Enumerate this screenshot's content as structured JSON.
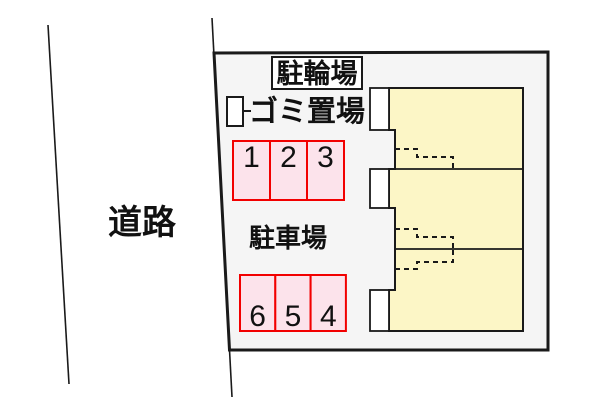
{
  "diagram_type": "site-plan",
  "road": {
    "label": "道路"
  },
  "site": {
    "bicycle_parking_label": "駐輪場",
    "garbage_area_label": "ゴミ置場",
    "parking_lot_label": "駐車場"
  },
  "parking_spaces": {
    "top_row": [
      "1",
      "2",
      "3"
    ],
    "bottom_row": [
      "6",
      "5",
      "4"
    ]
  },
  "colors": {
    "plot_fill": "#F5F5F5",
    "outline_black": "#1A1A1A",
    "building_fill": "#FCF6C6",
    "parking_space_fill": "#FCE3EB",
    "parking_space_border": "#F20000",
    "porch_fill": "#FFFFFF"
  }
}
